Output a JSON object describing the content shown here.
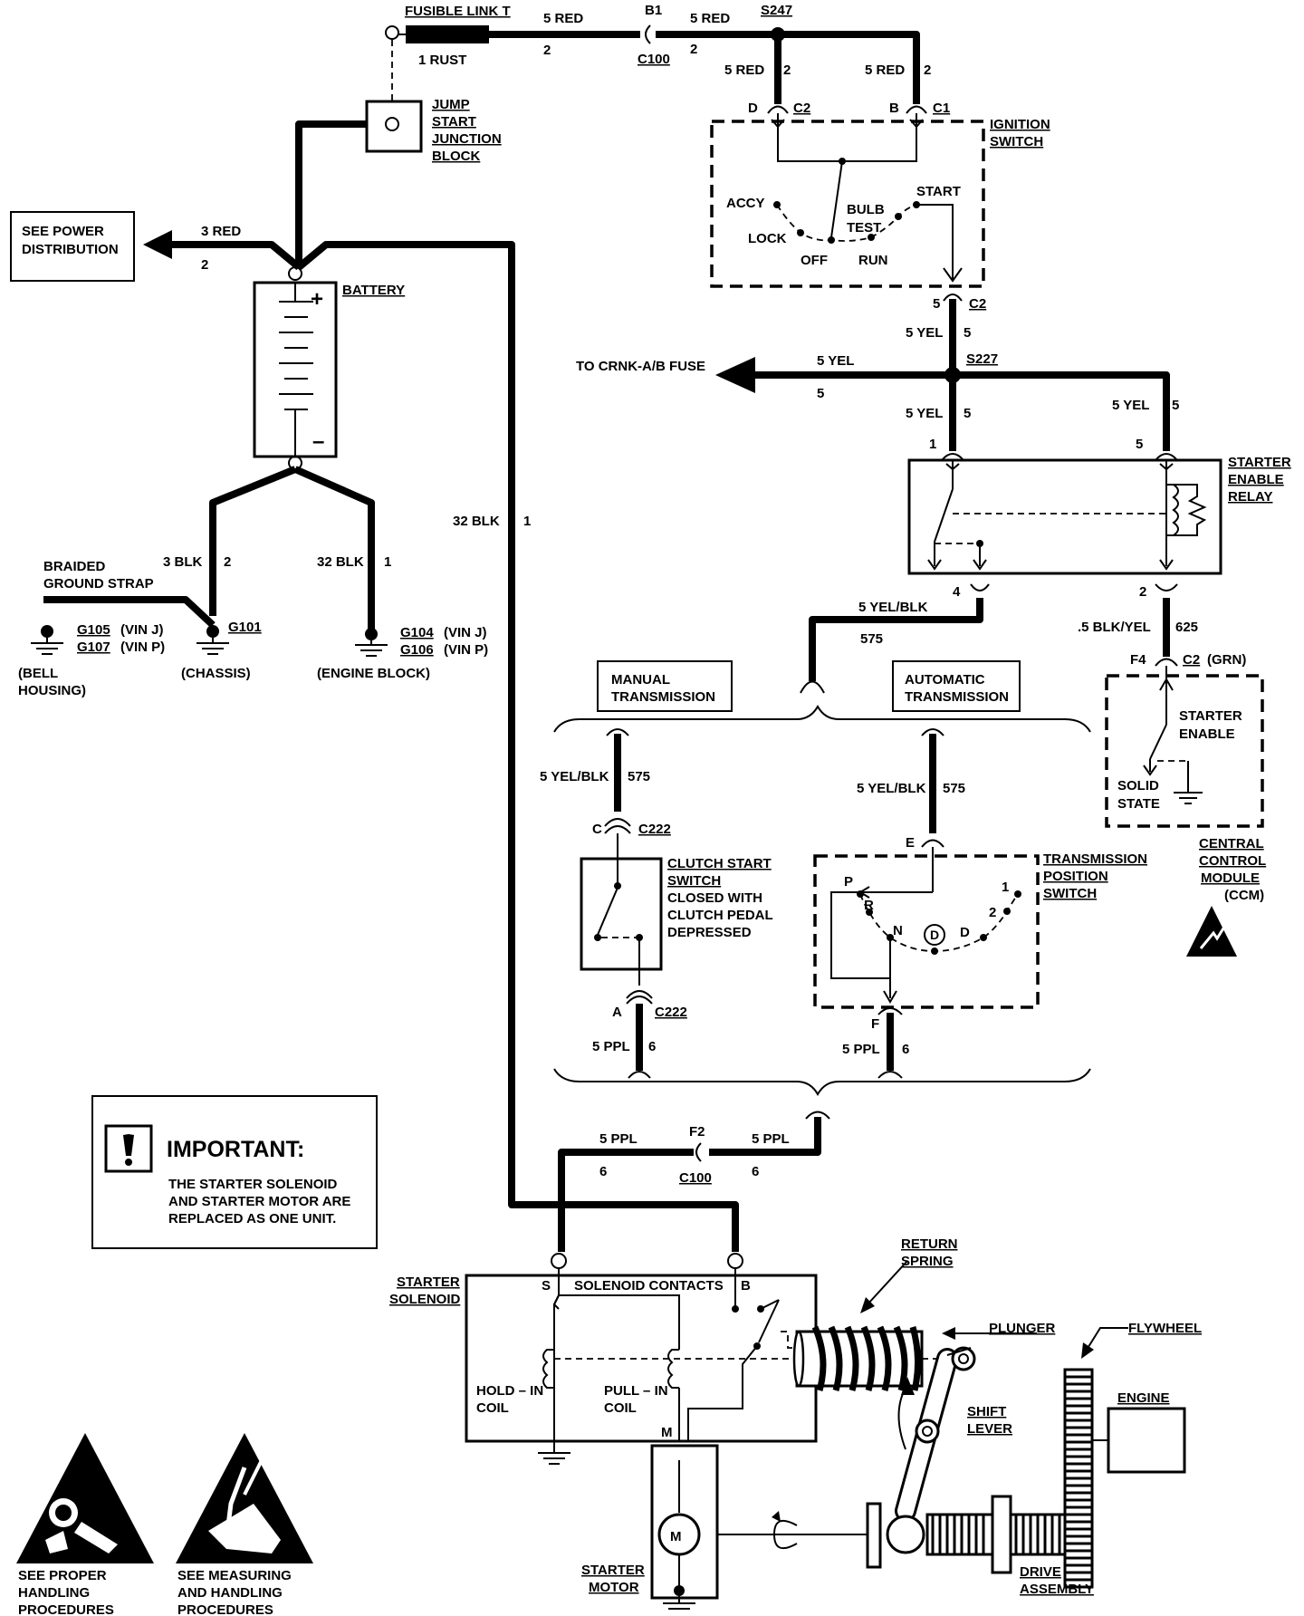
{
  "labels": {
    "fusible_link": "FUSIBLE LINK T",
    "rust_1": "1 RUST",
    "red5_a": "5 RED",
    "red5_b": "5 RED",
    "red5_c": "5 RED",
    "red5_d": "5 RED",
    "num2_a": "2",
    "num2_b": "2",
    "num2_c": "2",
    "num2_d": "2",
    "b1": "B1",
    "c100_top": "C100",
    "s247": "S247",
    "pin_d": "D",
    "c2_d": "C2",
    "pin_b": "B",
    "c1": "C1",
    "jump_start_1": "JUMP",
    "jump_start_2": "START",
    "jump_start_3": "JUNCTION",
    "jump_start_4": "BLOCK",
    "see_power_1": "SEE POWER",
    "see_power_2": "DISTRIBUTION",
    "red3": "3 RED",
    "num2_e": "2",
    "battery": "BATTERY",
    "plus": "+",
    "minus": "–",
    "ignition_1": "IGNITION",
    "ignition_2": "SWITCH",
    "accy": "ACCY",
    "lock": "LOCK",
    "off": "OFF",
    "bulb": "BULB",
    "test": "TEST",
    "run": "RUN",
    "start": "START",
    "pin5_c2": "5",
    "c2_5": "C2",
    "yel5_a": "5 YEL",
    "num5_a": "5",
    "s227": "S227",
    "to_crnk": "TO CRNK-A/B FUSE",
    "yel5_b": "5 YEL",
    "num5_b": "5",
    "yel5_c": "5 YEL",
    "num5_c": "5",
    "yel5_d": "5 YEL",
    "num5_d": "5",
    "relay_pin1": "1",
    "relay_pin5": "5",
    "starter_enable_relay_1": "STARTER",
    "starter_enable_relay_2": "ENABLE",
    "starter_enable_relay_3": "RELAY",
    "relay_pin4": "4",
    "relay_pin2": "2",
    "yelblk_a": "5 YEL/BLK",
    "n575_a": "575",
    "blkyel": ".5 BLK/YEL",
    "n625": "625",
    "f4": "F4",
    "c2_grn": "C2",
    "grn": "(GRN)",
    "starter_enable_1": "STARTER",
    "starter_enable_2": "ENABLE",
    "solid": "SOLID",
    "state": "STATE",
    "ccm_1": "CENTRAL",
    "ccm_2": "CONTROL",
    "ccm_3": "MODULE",
    "ccm_4": "(CCM)",
    "manual_1": "MANUAL",
    "manual_2": "TRANSMISSION",
    "auto_1": "AUTOMATIC",
    "auto_2": "TRANSMISSION",
    "yelblk_b": "5 YEL/BLK",
    "n575_b": "575",
    "yelblk_c": "5 YEL/BLK",
    "n575_c": "575",
    "pin_c": "C",
    "c222_a": "C222",
    "clutch_1": "CLUTCH START",
    "clutch_2": "SWITCH",
    "clutch_3": "CLOSED WITH",
    "clutch_4": "CLUTCH PEDAL",
    "clutch_5": "DEPRESSED",
    "pin_a": "A",
    "c222_b": "C222",
    "ppl5_a": "5 PPL",
    "num6_a": "6",
    "pin_e": "E",
    "tps_1": "TRANSMISSION",
    "tps_2": "POSITION",
    "tps_3": "SWITCH",
    "p": "P",
    "r": "R",
    "n": "N",
    "dcircle": "D",
    "d": "D",
    "n2": "2",
    "n1": "1",
    "pin_f": "F",
    "ppl5_b": "5 PPL",
    "num6_b": "6",
    "blk32_a": "32 BLK",
    "num1_a": "1",
    "blk3": "3 BLK",
    "num2_f": "2",
    "blk32_b": "32 BLK",
    "num1_b": "1",
    "braided_1": "BRAIDED",
    "braided_2": "GROUND STRAP",
    "g105": "G105",
    "vinj_a": "(VIN J)",
    "g107": "G107",
    "vinp_a": "(VIN P)",
    "g101": "G101",
    "g104": "G104",
    "vinj_b": "(VIN J)",
    "g106": "G106",
    "vinp_b": "(VIN P)",
    "bell_1": "(BELL",
    "bell_2": "HOUSING)",
    "chassis": "(CHASSIS)",
    "engine_block": "(ENGINE BLOCK)",
    "important": "IMPORTANT:",
    "important_1": "THE STARTER SOLENOID",
    "important_2": "AND STARTER MOTOR ARE",
    "important_3": "REPLACED AS ONE UNIT.",
    "ppl5_c": "5 PPL",
    "num6_c": "6",
    "f2": "F2",
    "ppl5_d": "5 PPL",
    "num6_d": "6",
    "c100_bottom": "C100",
    "starter_solenoid_1": "STARTER",
    "starter_solenoid_2": "SOLENOID",
    "s_term": "S",
    "solenoid_contacts": "SOLENOID CONTACTS",
    "b_term": "B",
    "hold_1": "HOLD – IN",
    "hold_2": "COIL",
    "pull_1": "PULL – IN",
    "pull_2": "COIL",
    "m_term": "M",
    "return_1": "RETURN",
    "return_2": "SPRING",
    "plunger": "PLUNGER",
    "flywheel": "FLYWHEEL",
    "engine": "ENGINE",
    "shift_1": "SHIFT",
    "shift_2": "LEVER",
    "motor_m": "M",
    "starter_motor_1": "STARTER",
    "starter_motor_2": "MOTOR",
    "drive_1": "DRIVE",
    "drive_2": "ASSEMBLY",
    "see_proper_1": "SEE PROPER",
    "see_proper_2": "HANDLING",
    "see_proper_3": "PROCEDURES",
    "see_meas_1": "SEE MEASURING",
    "see_meas_2": "AND HANDLING",
    "see_meas_3": "PROCEDURES"
  }
}
